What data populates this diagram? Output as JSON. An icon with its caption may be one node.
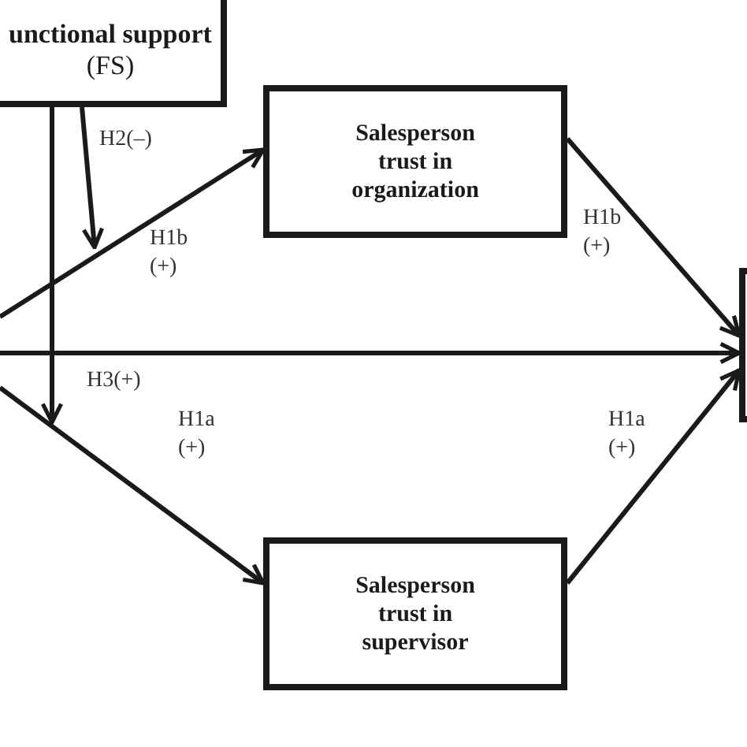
{
  "diagram": {
    "nodes": [
      {
        "text": [
          "unctional support",
          "(FS)"
        ]
      },
      {
        "text": [
          "Salesperson trust in organization"
        ]
      },
      {
        "text": [
          "Salesperson trust in supervisor"
        ]
      },
      {
        "text": [],
        "shape": "box"
      }
    ],
    "edges": [
      {
        "from": null,
        "to": 1,
        "arrow": "to",
        "label": "H1b (+)"
      },
      {
        "from": null,
        "to": 3,
        "arrow": "to"
      },
      {
        "from": null,
        "to": 2,
        "arrow": "to",
        "label": "H1a (+)"
      },
      {
        "from": 1,
        "to": 3,
        "arrow": "to",
        "label": "H1b (+)"
      },
      {
        "from": 2,
        "to": 3,
        "arrow": "to",
        "label": "H1a (+)"
      },
      {
        "from": 0,
        "to": null,
        "arrow": "to",
        "label": "H2(–)"
      },
      {
        "from": 0,
        "to": null,
        "arrow": "to",
        "label": "H3(+)"
      }
    ]
  }
}
